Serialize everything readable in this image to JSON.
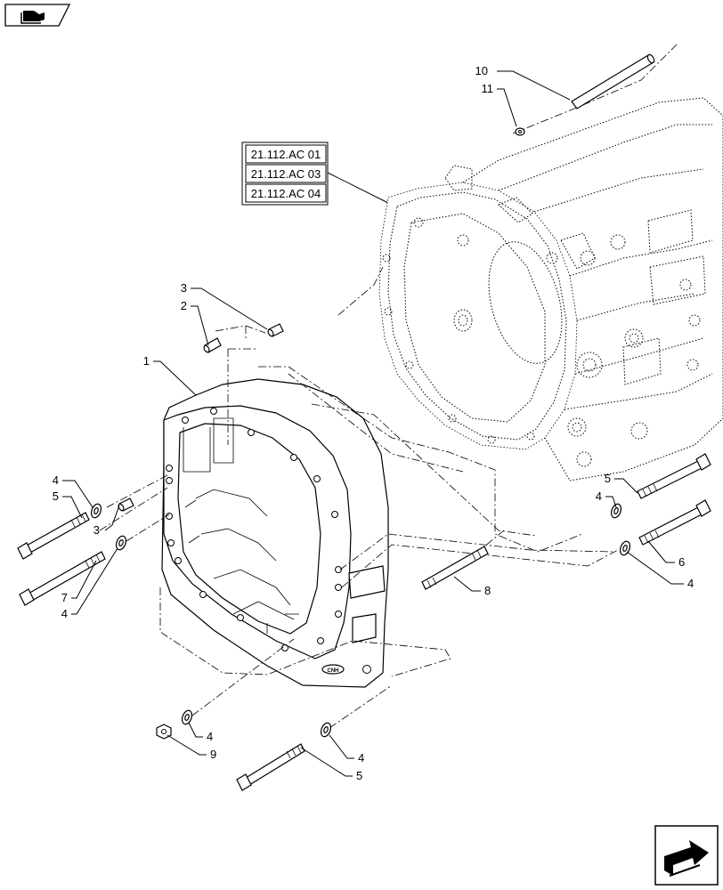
{
  "references": [
    "21.112.AC 01",
    "21.112.AC 03",
    "21.112.AC 04"
  ],
  "callouts": {
    "c1": "1",
    "c2": "2",
    "c3a": "3",
    "c3b": "3",
    "c4a": "4",
    "c4b": "4",
    "c4c": "4",
    "c4d": "4",
    "c4e": "4",
    "c4f": "4",
    "c5a": "5",
    "c5b": "5",
    "c5c": "5",
    "c6": "6",
    "c7": "7",
    "c8": "8",
    "c9": "9",
    "c10": "10",
    "c11": "11"
  },
  "icons": {
    "top_left": "assembly-book-icon",
    "bottom_right": "next-page-arrow-icon"
  }
}
